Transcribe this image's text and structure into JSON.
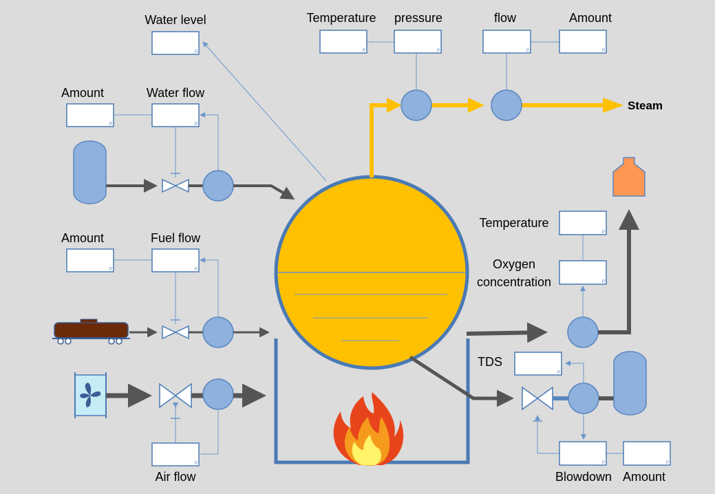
{
  "labels": {
    "water_level": "Water level",
    "temperature_top": "Temperature",
    "pressure": "pressure",
    "flow": "flow",
    "amount_top": "Amount",
    "steam": "Steam",
    "amount_water": "Amount",
    "water_flow": "Water flow",
    "amount_fuel": "Amount",
    "fuel_flow": "Fuel flow",
    "air_flow": "Air flow",
    "temperature_flue": "Temperature",
    "oxygen_line1": "Oxygen",
    "oxygen_line2": "concentration",
    "tds": "TDS",
    "blowdown": "Blowdown",
    "amount_blowdown": "Amount"
  },
  "box_marker": "P",
  "colors": {
    "background": "#dcdcdc",
    "drum_fill": "#ffc000",
    "drum_stroke": "#4a7ab5",
    "pump_fill": "#8eb1de",
    "pump_stroke": "#5a86c0",
    "tank_fill": "#8eb1de",
    "pipe_gray": "#555555",
    "steam_pipe": "#ffc000",
    "chimney": "#ff9652",
    "signal_line": "#6a97cc",
    "box_stroke": "#4a7ab5",
    "fire_outer": "#e8441b",
    "fire_mid": "#f59a1c",
    "fire_inner": "#fff36a"
  },
  "icons": {
    "water_tank": "storage-tank-icon",
    "fuel_tanker": "rail-tanker-icon",
    "fan": "air-fan-icon",
    "fire": "flame-icon",
    "chimney": "chimney-icon",
    "blowdown_tank": "storage-tank-icon"
  }
}
